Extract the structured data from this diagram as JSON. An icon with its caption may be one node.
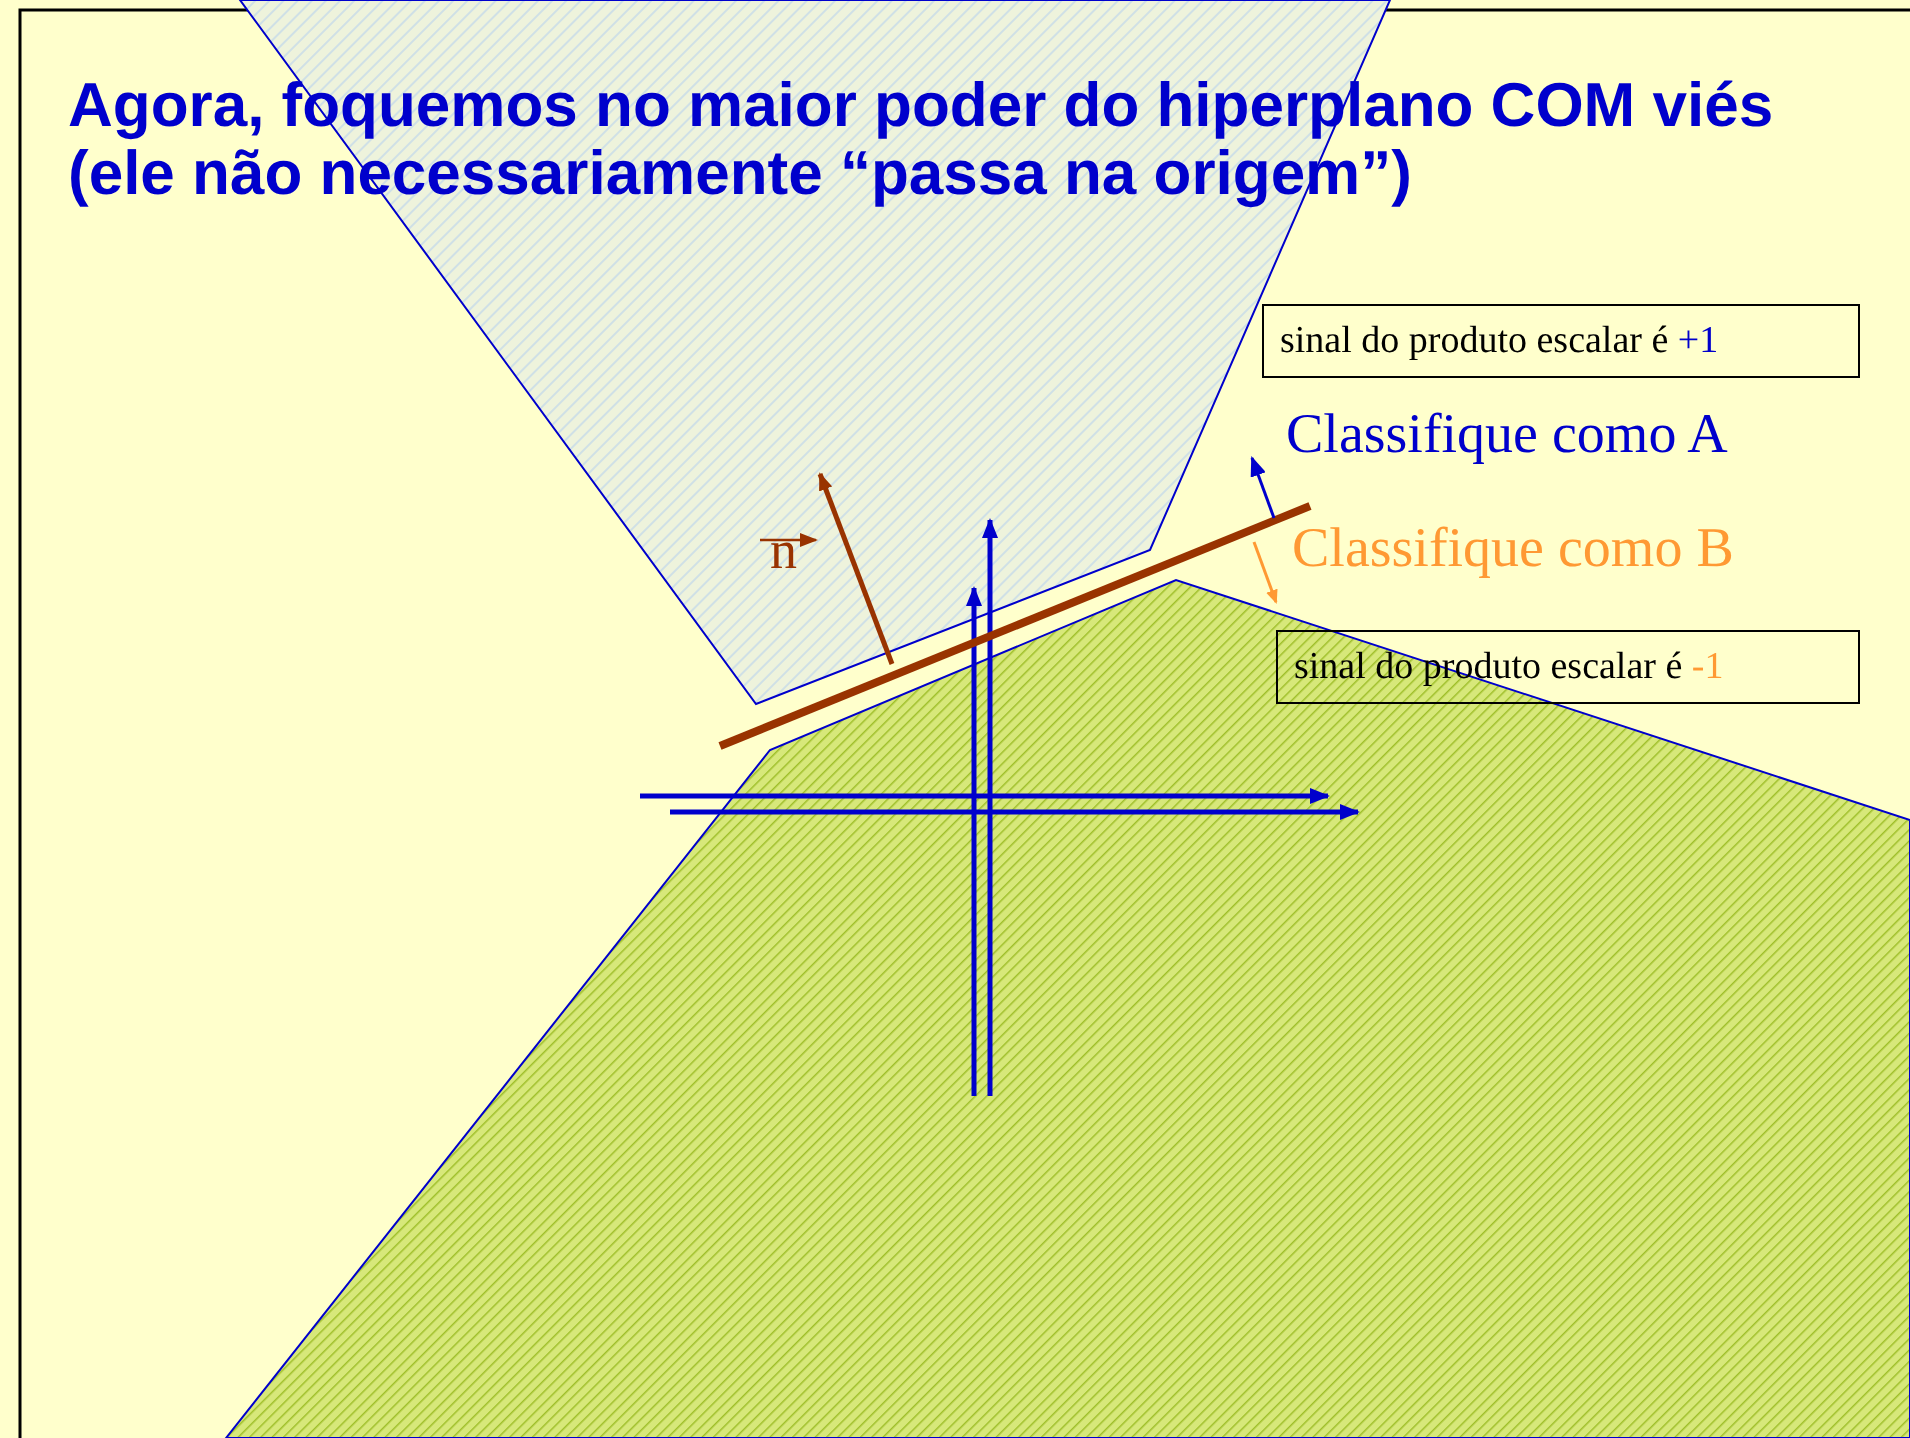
{
  "diagram": {
    "title": "Agora, foquemos no maior poder do hiperplano COM viés (ele não necessariamente “passa na origem”)",
    "nodes": [
      {
        "text": [
          "sinal do produto escalar é +1"
        ]
      },
      {
        "text": [
          "sinal do produto escalar é -1"
        ]
      }
    ],
    "labels": [
      "Classifique como A",
      "Classifique como B",
      "n"
    ]
  }
}
